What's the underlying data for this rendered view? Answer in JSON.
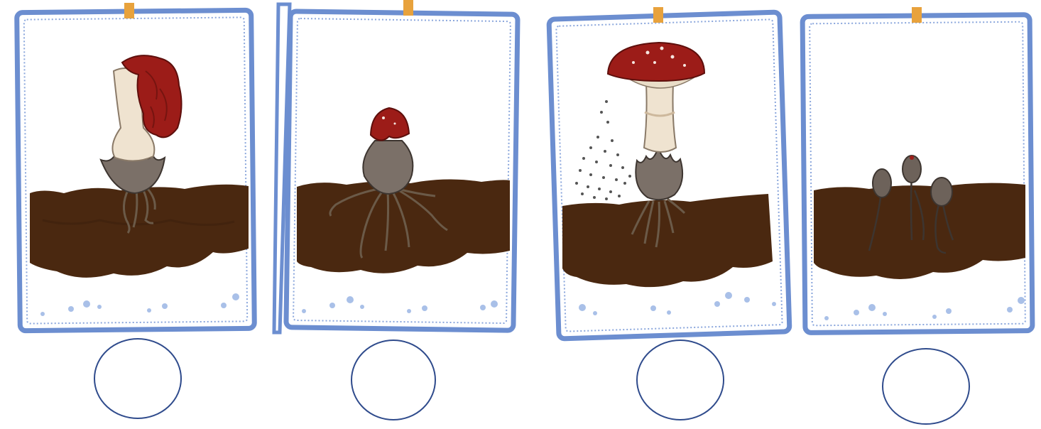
{
  "colors": {
    "card_border": "#6c8ed0",
    "card_dotted_inner": "#8aa6dc",
    "clip": "#e8a23c",
    "soil": "#4a2810",
    "soil_dark": "#3a1e0b",
    "cap_red": "#9c1c18",
    "stem": "#efe3d0",
    "volva": "#7b7068",
    "circle_outline": "#2f4b8c",
    "deco_dots": "#a9c0e8"
  },
  "cards": [
    {
      "stage": "decaying-mushroom",
      "icon": "decaying-mushroom-icon"
    },
    {
      "stage": "young-mushroom-emerging",
      "icon": "young-mushroom-icon"
    },
    {
      "stage": "mature-mushroom-releasing-spores",
      "icon": "mature-mushroom-icon"
    },
    {
      "stage": "mycelium-buds",
      "icon": "mushroom-buds-icon"
    }
  ],
  "answer_circles": [
    {
      "value": ""
    },
    {
      "value": ""
    },
    {
      "value": ""
    },
    {
      "value": ""
    }
  ]
}
